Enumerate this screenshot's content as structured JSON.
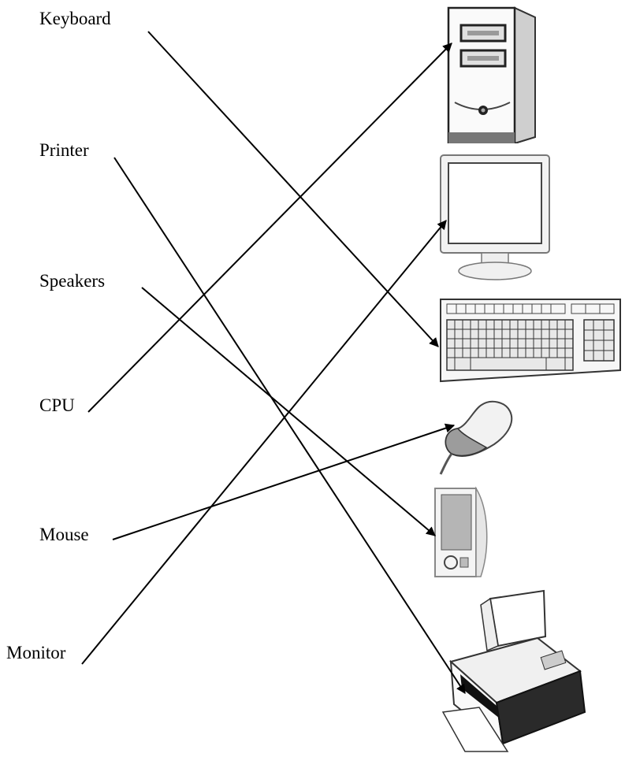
{
  "labels": {
    "keyboard": "Keyboard",
    "printer": "Printer",
    "speakers": "Speakers",
    "cpu": "CPU",
    "mouse": "Mouse",
    "monitor": "Monitor"
  },
  "matches": [
    {
      "from": "Keyboard",
      "to": "keyboard-picture"
    },
    {
      "from": "Printer",
      "to": "printer-picture"
    },
    {
      "from": "Speakers",
      "to": "speaker-picture"
    },
    {
      "from": "CPU",
      "to": "cpu-tower-picture"
    },
    {
      "from": "Mouse",
      "to": "mouse-picture"
    },
    {
      "from": "Monitor",
      "to": "monitor-picture"
    }
  ],
  "colors": {
    "ink": "#000000",
    "paper": "#ffffff"
  }
}
